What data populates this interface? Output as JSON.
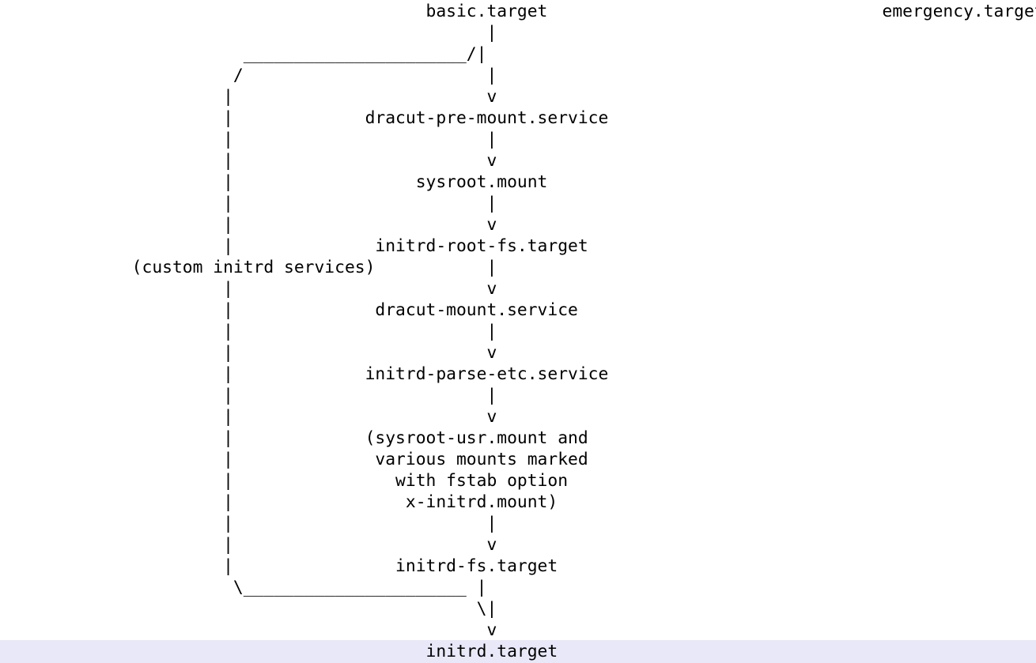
{
  "highlight_color": "#e8e8f8",
  "lines": [
    "                                          basic.target                                 emergency.target",
    "                                                |",
    "                        ______________________/|",
    "                       /                        |",
    "                      |                         v",
    "                      |             dracut-pre-mount.service",
    "                      |                         |",
    "                      |                         v",
    "                      |                  sysroot.mount",
    "                      |                         |",
    "                      |                         v",
    "                      |              initrd-root-fs.target",
    "             (custom initrd services)           |",
    "                      |                         v",
    "                      |              dracut-mount.service",
    "                      |                         |",
    "                      |                         v",
    "                      |             initrd-parse-etc.service",
    "                      |                         |",
    "                      |                         v",
    "                      |             (sysroot-usr.mount and",
    "                      |              various mounts marked",
    "                      |                with fstab option",
    "                      |                 x-initrd.mount)",
    "                      |                         |",
    "                      |                         v",
    "                      |                initrd-fs.target",
    "                       \\______________________ |",
    "                                               \\|",
    "                                                v",
    "                                          initrd.target"
  ],
  "highlighted_line": 30
}
